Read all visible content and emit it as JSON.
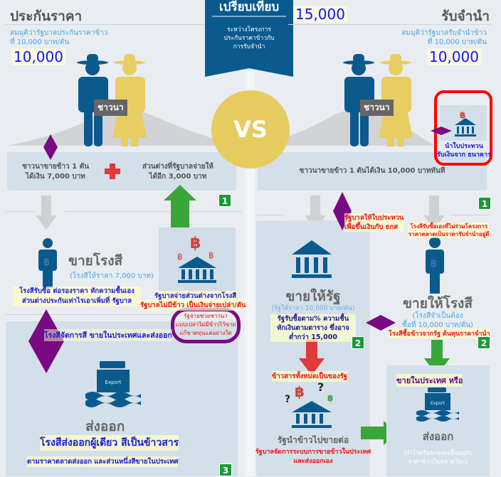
{
  "left": {
    "title": "ประกันราคา",
    "assume": "สมมุติว่ารัฐบาลประกันราคาข้าว\nที่ 10,000 บาท/ตัน",
    "price": "10,000",
    "farmer_label": "ชาวนา",
    "sell_text": "ชาวนาขายข้าว 1 ตัน\nได้เงิน 7,000 บาท",
    "diff_text": "ส่วนต่างที่รัฐบาลจ่ายให้\nได้อีก 3,000 บาท",
    "mill_title": "ขายโรงสี",
    "mill_price": "(โรงสีให้ราคา 7,000 บาท)",
    "mill_note": "โรงสีรับซื้อ ต่อรองราคา หักความชื้นเอง\nส่วนต่างประกันเท่าไรเอาเพิ่มที่ รัฐบาล",
    "gov_note1": "รัฐบาลจ่ายส่วนต่างจากโรงสี",
    "gov_note2": "รัฐบาลไม่มีข้าว เป็นเงินจ่ายเปล่า/ตัน",
    "gov_circle": "รัฐจ่ายช่วยชาวนา\nแบบเปล่าไม่มีข้าวไว้ขาย\nแก้ขาดทุนแต่อย่างใด",
    "mill_manage": "โรงสีจัดการสี ขายในประเทศและส่งออก",
    "export_title": "ส่งออก",
    "export_icon_text": "Export",
    "export_note": "โรงสีส่งออกผู้เดียว สีเป็นข้าวสาร",
    "export_sub": "ตามราคาตลาดส่งออก และส่วนหนึ่งสีขายในประเทศ",
    "step1": "1",
    "step3": "3"
  },
  "center": {
    "banner_title": "เปรียบเทียบ",
    "banner_sub": "ระหว่างโครงการ\nประกันราคาข้าวกับ\nการรับจำนำ",
    "vs": "VS",
    "top_price": "15,000"
  },
  "right": {
    "title": "รับจำนำ",
    "assume": "สมมุติว่ารัฐบาลรับจำนำข้าว\nที่ 10,000 บาท/ตัน",
    "price": "10,000",
    "farmer_label": "ชาวนา",
    "bank_note": "นำใบประทวน\nรับเงินจาก ธนาคาร",
    "sell_text": "ชาวนาขายข้าว 1 ตันได้เงิน 10,000 บาททันที",
    "receipt_note": "รัฐบาลให้ใบประทวน\nเพื่อขึ้นเงินกับ ธกส",
    "mill_note_top": "โรงสีรับซื้อเองที่ไม่ร่วมโครงการ\nราคาตลาดเป็นราคารับจำนำอยู่ดี",
    "state_title": "ขายให้รัฐ",
    "state_price": "(รัฐให้ราคา 10,000 บาท/ตัน)",
    "state_note": "รัฐรับซื้อตาม% ความชื้น\nหักเงินตามตาราง ซึ่งอาจ\nต่ำกว่า 15,000",
    "mill_title": "ขายให้โรงสี",
    "mill_price": "(โรงสีจำเป็นต้อง\nซื้อที่ 10,000 บาท/ตัน)",
    "mill_buy_note": "โรงสีซื้อข้าวจากรัฐ ต้นทุนราคาจำนำ",
    "all_rice": "ข้าวสารทั้งหมดเป็นของรัฐ",
    "resell_title": "รัฐนำข้าวไปขายต่อ",
    "resell_note": "รัฐบาลจัดการระบบการขายข้าวในประเทศ\nและส่งออกเอง",
    "domestic": "ขายในประเทศ หรือ",
    "export_title": "ส่งออก",
    "export_icon_text": "Export",
    "export_sub": "(กำไรหรือขาดทุนขึ้นอยู่กับ\nราคาข้าวในตลาดโลก)",
    "step1": "1",
    "step2a": "2",
    "step2b": "2"
  },
  "colors": {
    "navy": "#0a5a8e",
    "gold": "#e6cc5e",
    "purple": "#7a0a82",
    "green": "#2a9a3a",
    "red": "#e03030"
  }
}
